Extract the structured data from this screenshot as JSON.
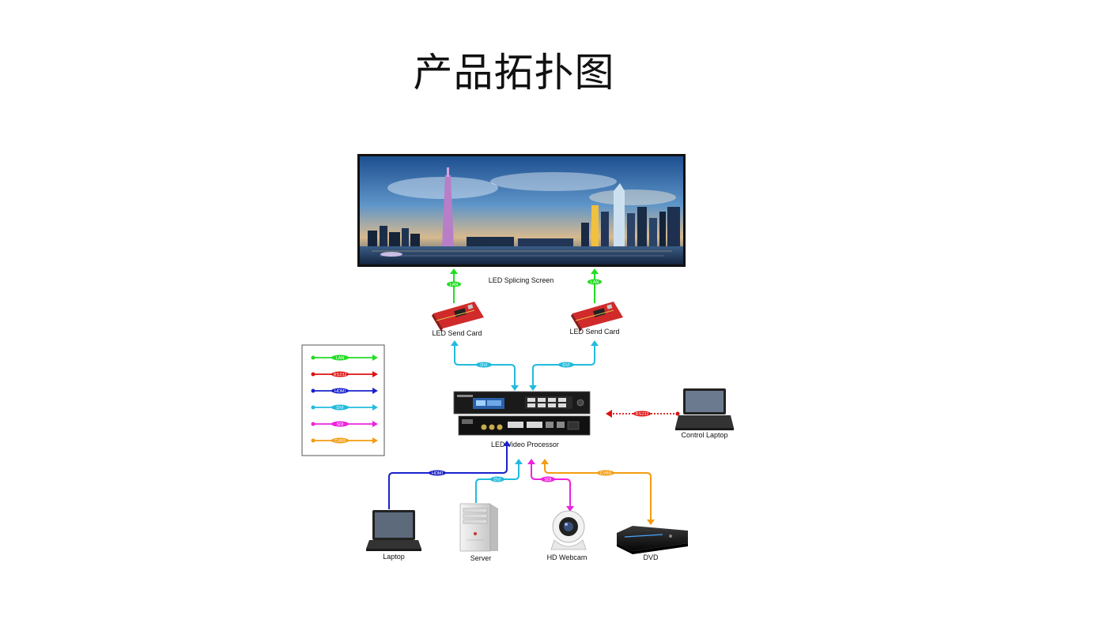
{
  "title": "产品拓扑图",
  "colors": {
    "LAN": "#22dd22",
    "RS232": "#dd1111",
    "HDMI": "#1a22cc",
    "DVI": "#22bbdd",
    "SDI": "#ee22dd",
    "CVBS": "#f39c12"
  },
  "legend": [
    {
      "label": "LAN",
      "color": "#22dd22"
    },
    {
      "label": "RS232",
      "color": "#dd1111"
    },
    {
      "label": "HDMI",
      "color": "#1a22cc"
    },
    {
      "label": "DVI",
      "color": "#22bbdd"
    },
    {
      "label": "SDI",
      "color": "#ee22dd"
    },
    {
      "label": "CVBS",
      "color": "#f39c12"
    }
  ],
  "nodes": {
    "screen": "LED Splicing Screen",
    "send_card_left": "LED  Send Card",
    "send_card_right": "LED  Send Card",
    "processor": "LED Video Processor",
    "control_laptop": "Control Laptop",
    "laptop": "Laptop",
    "server": "Server",
    "webcam": "HD Webcam",
    "dvd": "DVD"
  },
  "connections": {
    "lan_left": "LAN",
    "lan_right": "LAN",
    "dvi_left": "DVI",
    "dvi_right": "DVI",
    "rs232": "RS232",
    "hdmi": "HDMI",
    "dvi_server": "DVI",
    "sdi": "SDI",
    "cvbs": "CVBS"
  },
  "icons": {
    "screen": "city-skyline-screen-icon",
    "send_card": "pcie-card-icon",
    "processor": "rack-processor-icon",
    "laptop": "laptop-icon",
    "server": "tower-server-icon",
    "webcam": "webcam-icon",
    "dvd": "dvd-player-icon"
  }
}
